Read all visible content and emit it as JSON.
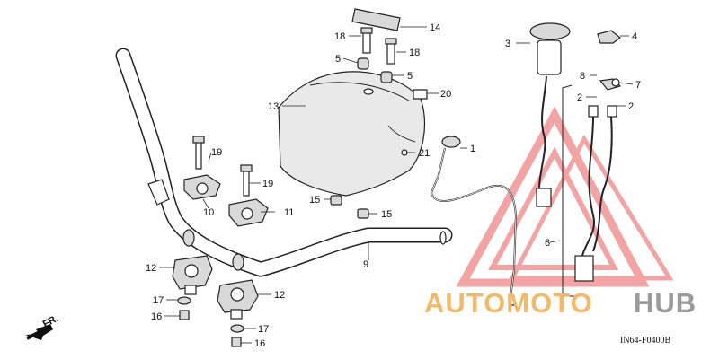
{
  "callouts": [
    {
      "text": "14"
    },
    {
      "text": "18"
    },
    {
      "text": "18"
    },
    {
      "text": "5"
    },
    {
      "text": "5"
    },
    {
      "text": "13"
    },
    {
      "text": "20"
    },
    {
      "text": "21"
    },
    {
      "text": "1"
    },
    {
      "text": "3"
    },
    {
      "text": "4"
    },
    {
      "text": "8"
    },
    {
      "text": "7"
    },
    {
      "text": "2"
    },
    {
      "text": "2"
    },
    {
      "text": "6"
    },
    {
      "text": "19"
    },
    {
      "text": "19"
    },
    {
      "text": "10"
    },
    {
      "text": "11"
    },
    {
      "text": "15"
    },
    {
      "text": "15"
    },
    {
      "text": "9"
    },
    {
      "text": "12"
    },
    {
      "text": "12"
    },
    {
      "text": "17"
    },
    {
      "text": "16"
    },
    {
      "text": "17"
    },
    {
      "text": "16"
    }
  ],
  "direction_label": "FR.",
  "diagram_code": "IN64-F0400B",
  "watermark": {
    "part1": "AUTOMOTO",
    "part2": "HUB",
    "color_orange": "#f3b96b",
    "color_grey": "#9a9a9a",
    "triangle_color": "#e85a5a"
  }
}
